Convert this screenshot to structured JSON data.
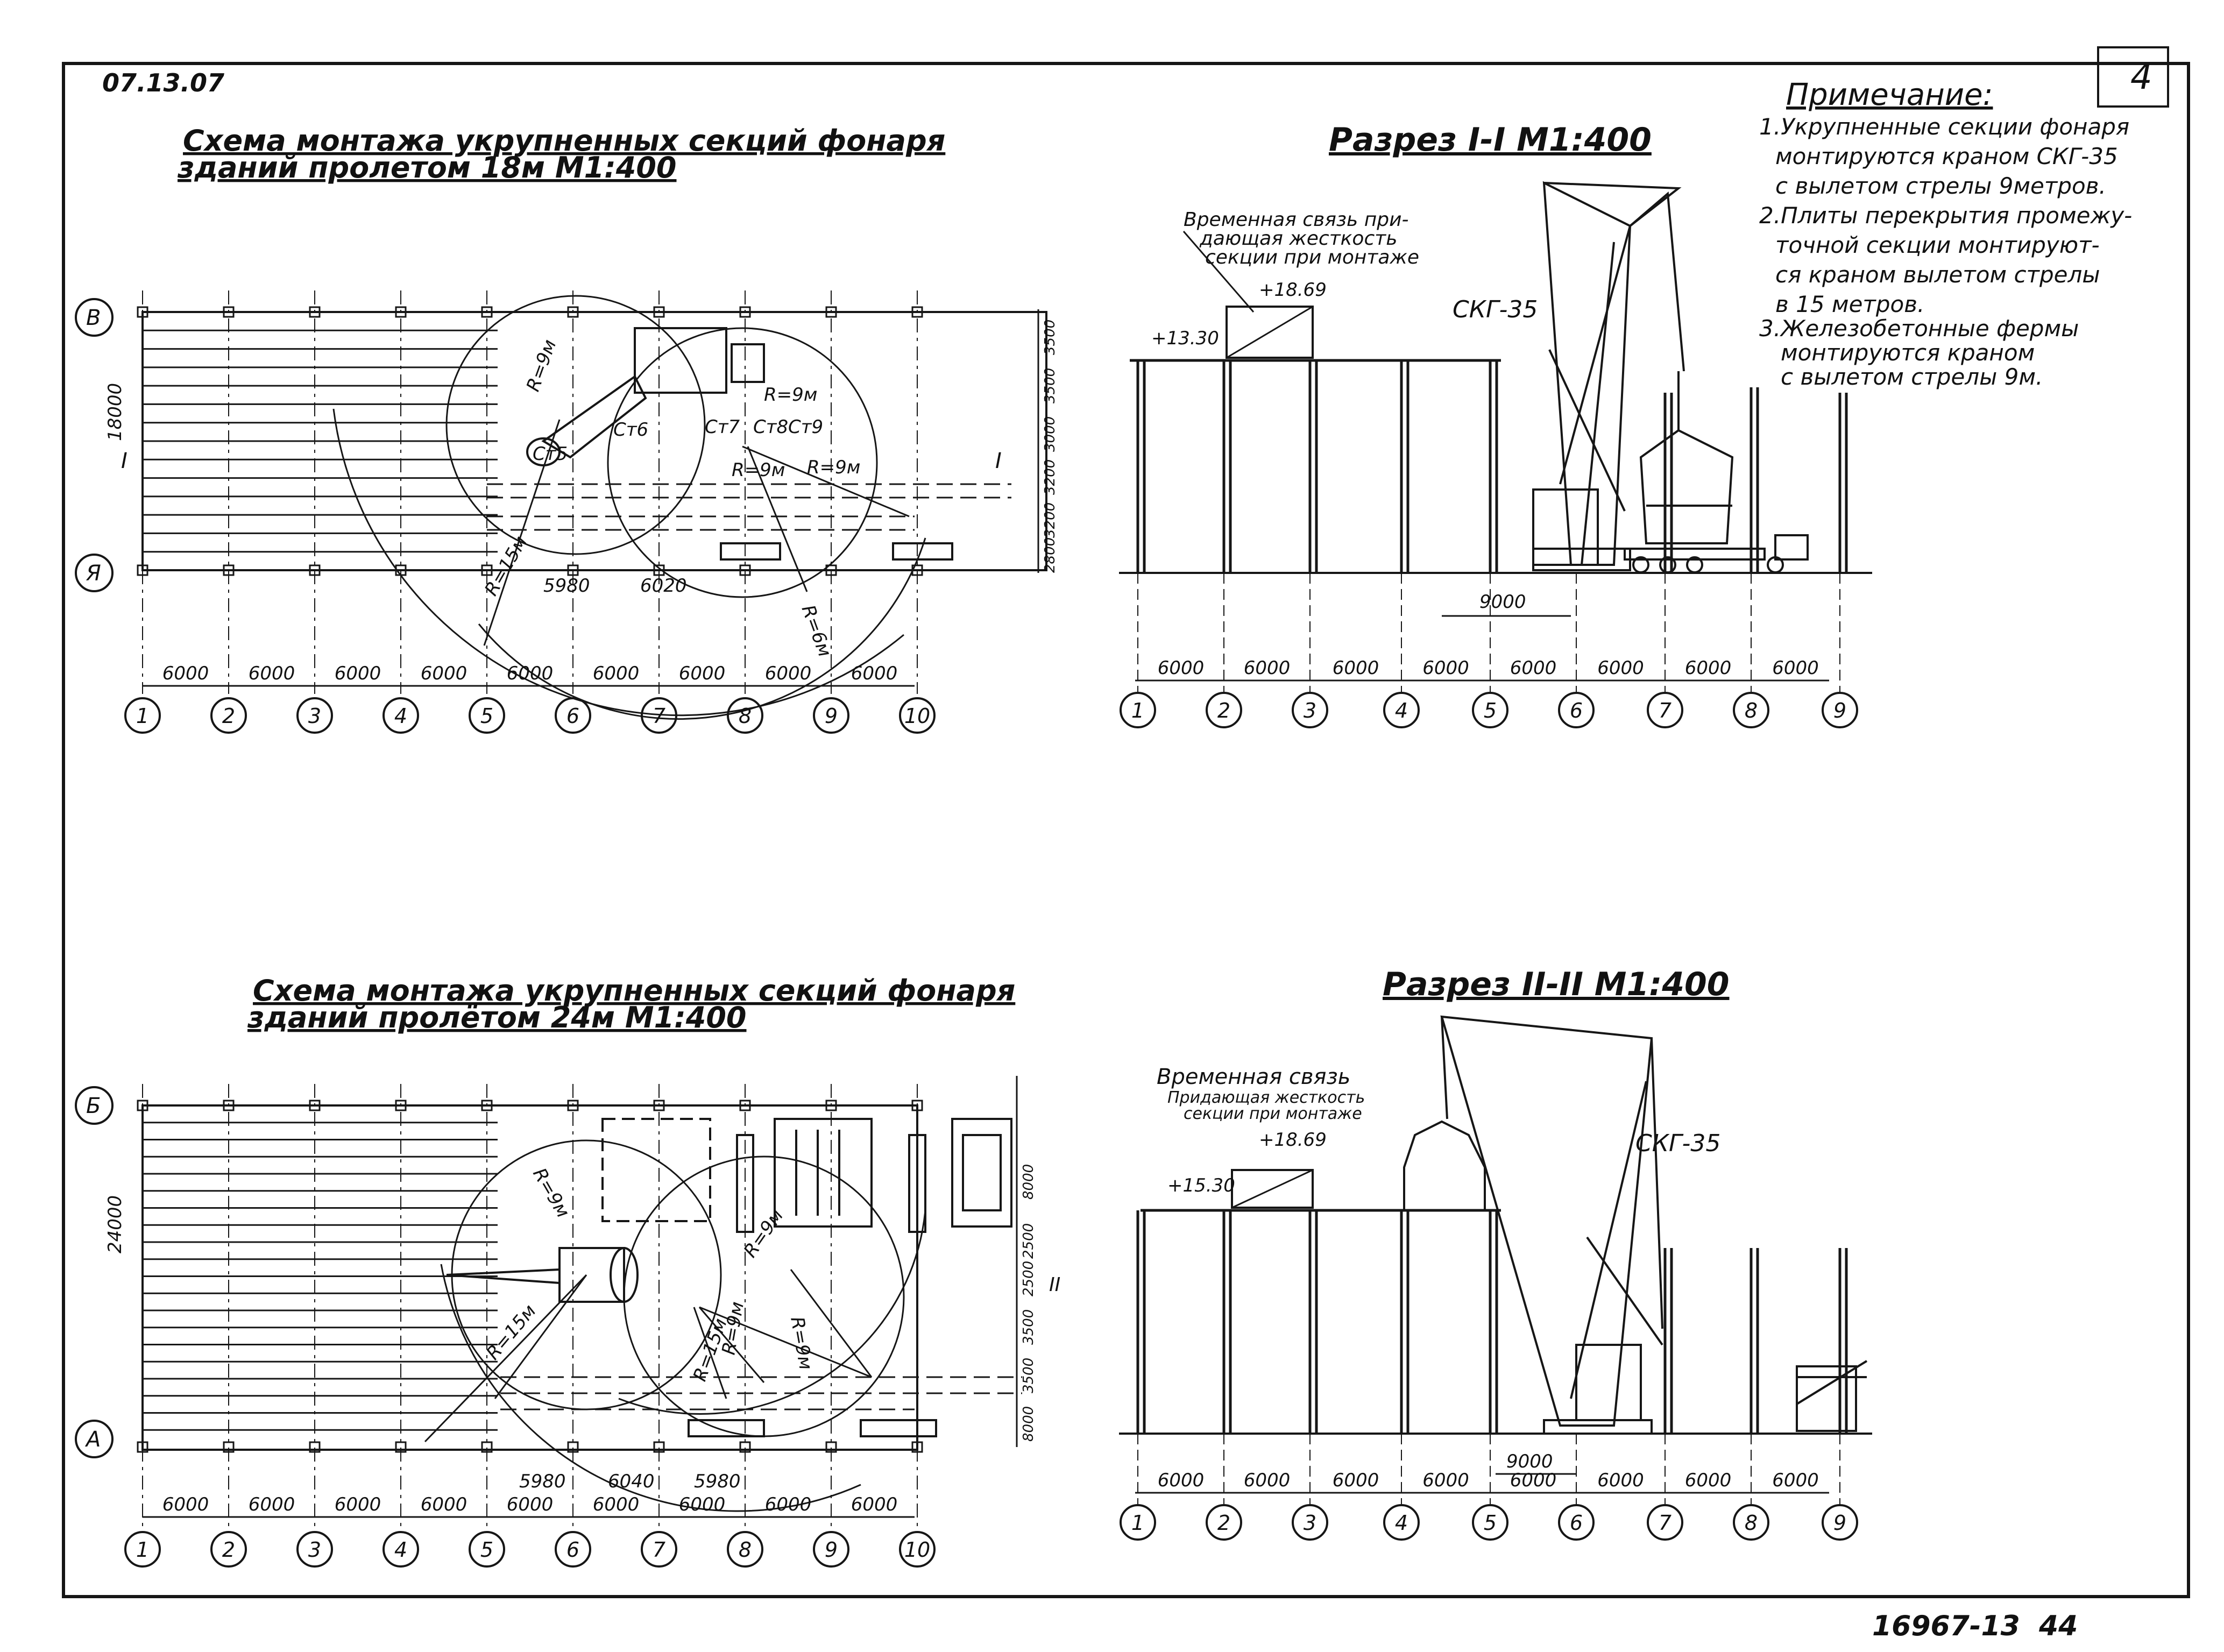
{
  "sheet": {
    "code_top": "07.13.07",
    "sheet_number": "4",
    "doc_number": "16967-13",
    "page": "44"
  },
  "notes": {
    "title": "Примечание:",
    "lines": [
      "1.Укрупненные секции фонаря",
      "монтируются краном СКГ-35",
      "с вылетом стрелы 9метров.",
      "2.Плиты перекрытия промежу-",
      "точной секции монтируют-",
      "ся краном вылетом стрелы",
      "в 15 метров.",
      "3.Железобетонные фермы",
      "монтируются краном",
      "с вылетом стрелы 9м."
    ]
  },
  "plan18": {
    "title_l1": "Схема монтажа укрупненных секций фонаря",
    "title_l2": "зданий пролетом 18м М1:400",
    "axis_rows": [
      "В",
      "Я"
    ],
    "axis_cols": [
      "1",
      "2",
      "3",
      "4",
      "5",
      "6",
      "7",
      "8",
      "9",
      "10"
    ],
    "spans": [
      "6000",
      "6000",
      "6000",
      "6000",
      "6000",
      "6000",
      "6000",
      "6000",
      "6000"
    ],
    "vdim": "18000",
    "right_dims": [
      "3500",
      "3500",
      "3000",
      "3200",
      "3200",
      "2800"
    ],
    "radii": [
      "R=9м",
      "R=9м",
      "R=9м",
      "R=9м",
      "R=15м",
      "R=6м"
    ],
    "stations": [
      "Ст5",
      "Ст6",
      "Ст7",
      "Ст8",
      "Ст9"
    ],
    "dims_inner": [
      "5980",
      "6020"
    ],
    "section_mark": "I"
  },
  "plan24": {
    "title_l1": "Схема монтажа укрупненных секций фонаря",
    "title_l2": "зданий пролётом 24м М1:400",
    "axis_rows": [
      "Б",
      "А"
    ],
    "axis_cols": [
      "1",
      "2",
      "3",
      "4",
      "5",
      "6",
      "7",
      "8",
      "9",
      "10"
    ],
    "spans": [
      "6000",
      "6000",
      "6000",
      "6000",
      "6000",
      "6000",
      "6000",
      "6000",
      "6000"
    ],
    "vdim": "24000",
    "right_dims": [
      "8000",
      "2500",
      "2500",
      "3500",
      "3500",
      "8000"
    ],
    "radii": [
      "R=9м",
      "R=15м",
      "R=9м",
      "R=15м",
      "R=9м",
      "R=9м"
    ],
    "dims_inner": [
      "5980",
      "6040",
      "5980"
    ],
    "section_mark": "II"
  },
  "sec1": {
    "title": "Разрез I-I М1:400",
    "note_l1": "Временная связь при-",
    "note_l2": "дающая жесткость",
    "note_l3": "секции при монтаже",
    "elev_top": "+18.69",
    "elev_mid": "+13.30",
    "crane": "СКГ-35",
    "reach": "9000",
    "axes": [
      "1",
      "2",
      "3",
      "4",
      "5",
      "6",
      "7",
      "8",
      "9"
    ],
    "spans": [
      "6000",
      "6000",
      "6000",
      "6000",
      "6000",
      "6000",
      "6000",
      "6000"
    ]
  },
  "sec2": {
    "title": "Разрез II-II М1:400",
    "note_l1": "Временная связь",
    "note_l2": "Придающая жесткость",
    "note_l3": "секции при монтаже",
    "elev_top": "+18.69",
    "elev_mid": "+15.30",
    "crane": "СКГ-35",
    "reach": "9000",
    "axes": [
      "1",
      "2",
      "3",
      "4",
      "5",
      "6",
      "7",
      "8",
      "9"
    ],
    "spans": [
      "6000",
      "6000",
      "6000",
      "6000",
      "6000",
      "6000",
      "6000",
      "6000"
    ]
  }
}
